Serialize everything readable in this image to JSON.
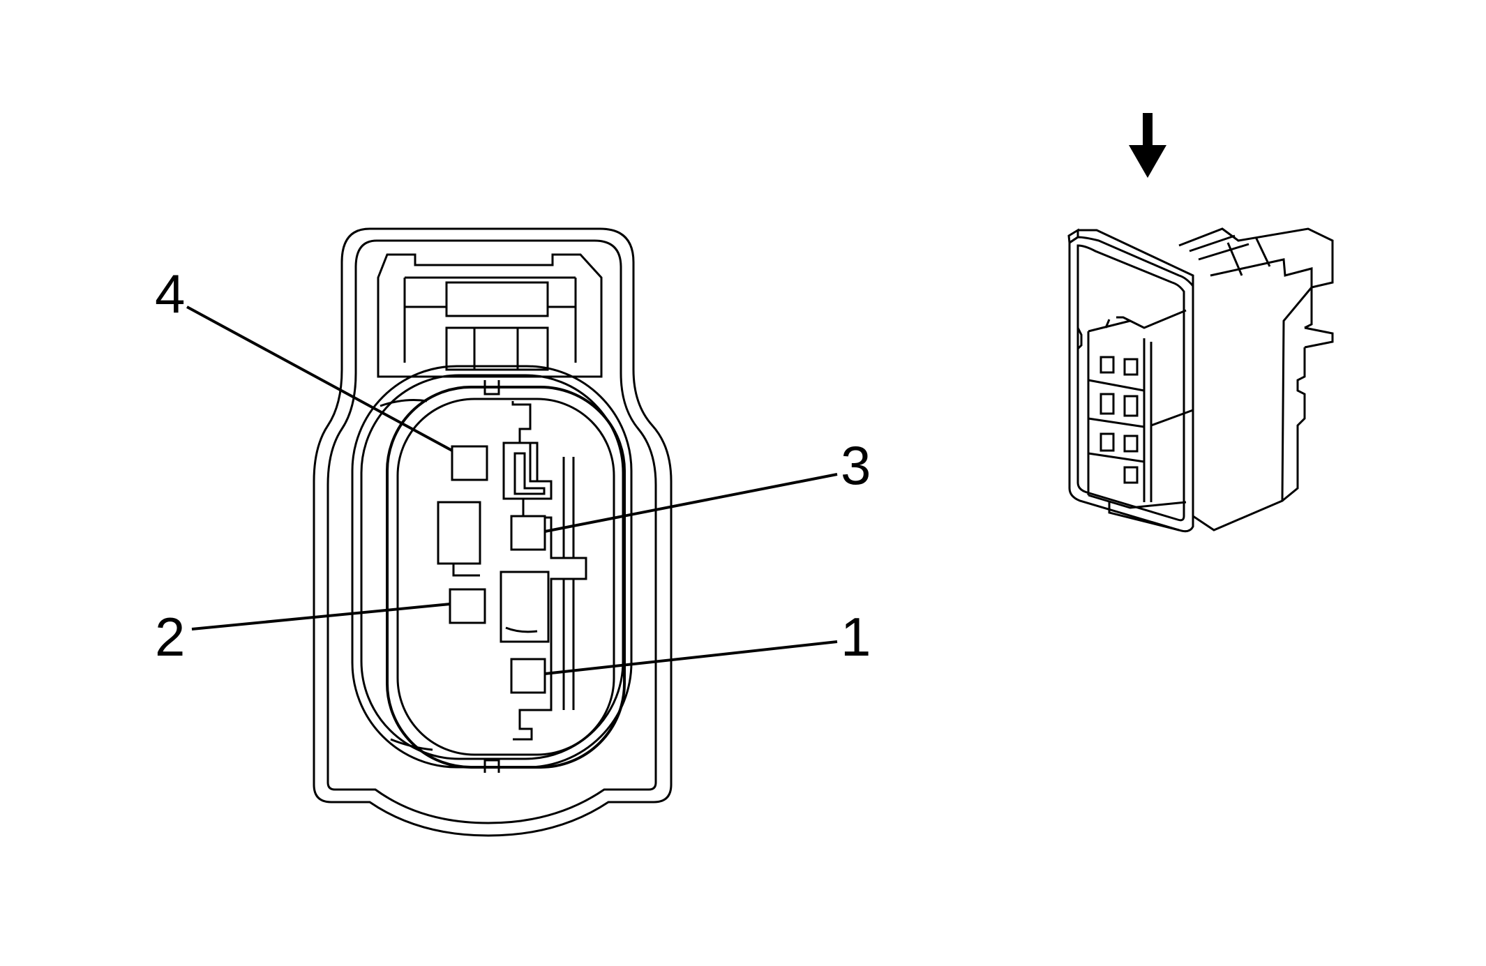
{
  "pin_labels": {
    "pin1": "1",
    "pin2": "2",
    "pin3": "3",
    "pin4": "4"
  },
  "icons": {
    "view_direction": "down-arrow-icon",
    "connector_face": "connector-face-view",
    "connector_body": "connector-isometric-view"
  },
  "colors": {
    "line": "#000000",
    "background": "#ffffff"
  }
}
